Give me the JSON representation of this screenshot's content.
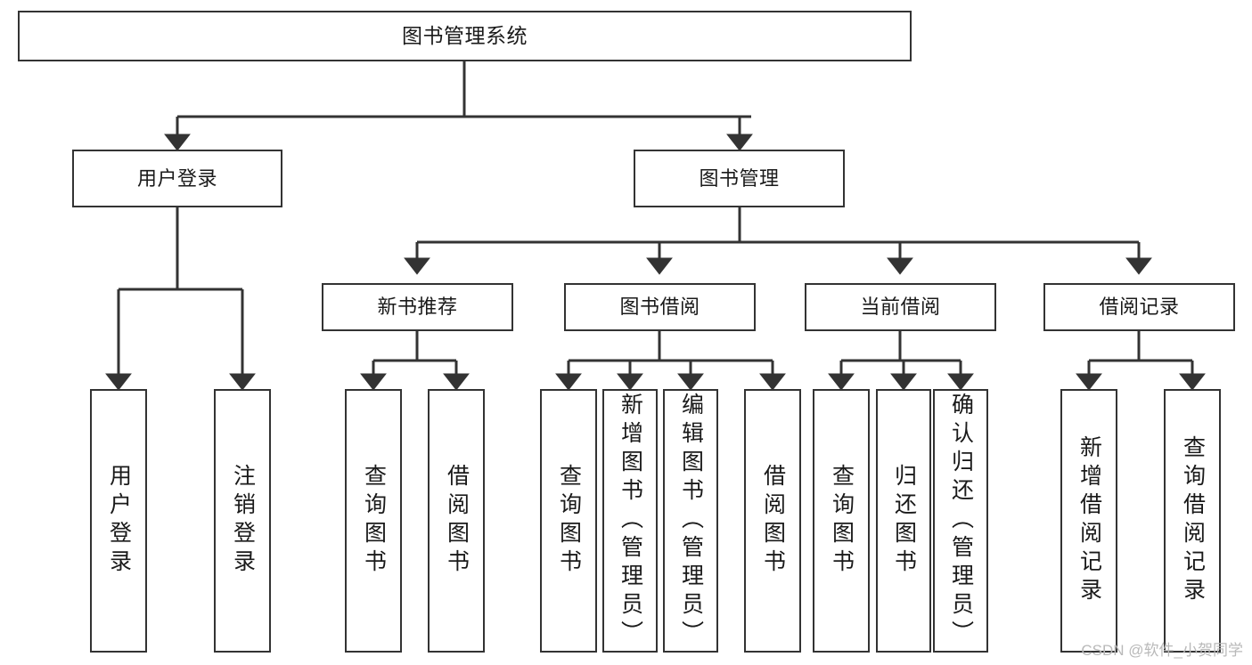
{
  "diagram": {
    "type": "tree-hierarchy-chart",
    "title_node": "图书管理系统",
    "orientation": "top-down",
    "box_stroke_color": "#333333",
    "box_fill_color": "#ffffff",
    "text_color": "#1a1a1a"
  },
  "nodes": {
    "root": {
      "label": "图书管理系统"
    },
    "level2": [
      {
        "id": "user-login",
        "label": "用户登录"
      },
      {
        "id": "book-management",
        "label": "图书管理"
      }
    ],
    "level3": [
      {
        "id": "new-book-recommend",
        "label": "新书推荐"
      },
      {
        "id": "book-borrow",
        "label": "图书借阅"
      },
      {
        "id": "current-borrow",
        "label": "当前借阅"
      },
      {
        "id": "borrow-record",
        "label": "借阅记录"
      }
    ],
    "leaves": [
      {
        "id": "leaf-user-login",
        "label": "用户登录",
        "parent": "user-login"
      },
      {
        "id": "leaf-logout",
        "label": "注销登录",
        "parent": "user-login"
      },
      {
        "id": "leaf-query-book-1",
        "label": "查询图书",
        "parent": "new-book-recommend"
      },
      {
        "id": "leaf-borrow-book-1",
        "label": "借阅图书",
        "parent": "new-book-recommend"
      },
      {
        "id": "leaf-query-book-2",
        "label": "查询图书",
        "parent": "book-borrow"
      },
      {
        "id": "leaf-add-book",
        "label": "新增图书（管理员）",
        "parent": "book-borrow"
      },
      {
        "id": "leaf-edit-book",
        "label": "编辑图书（管理员）",
        "parent": "book-borrow"
      },
      {
        "id": "leaf-borrow-book-2",
        "label": "借阅图书",
        "parent": "book-borrow"
      },
      {
        "id": "leaf-query-book-3",
        "label": "查询图书",
        "parent": "current-borrow"
      },
      {
        "id": "leaf-return-book",
        "label": "归还图书",
        "parent": "current-borrow"
      },
      {
        "id": "leaf-confirm-return",
        "label": "确认归还（管理员）",
        "parent": "current-borrow"
      },
      {
        "id": "leaf-add-record",
        "label": "新增借阅记录",
        "parent": "borrow-record"
      },
      {
        "id": "leaf-query-record",
        "label": "查询借阅记录",
        "parent": "borrow-record"
      }
    ]
  },
  "watermark": {
    "text": "CSDN @软件_小贺同学"
  }
}
